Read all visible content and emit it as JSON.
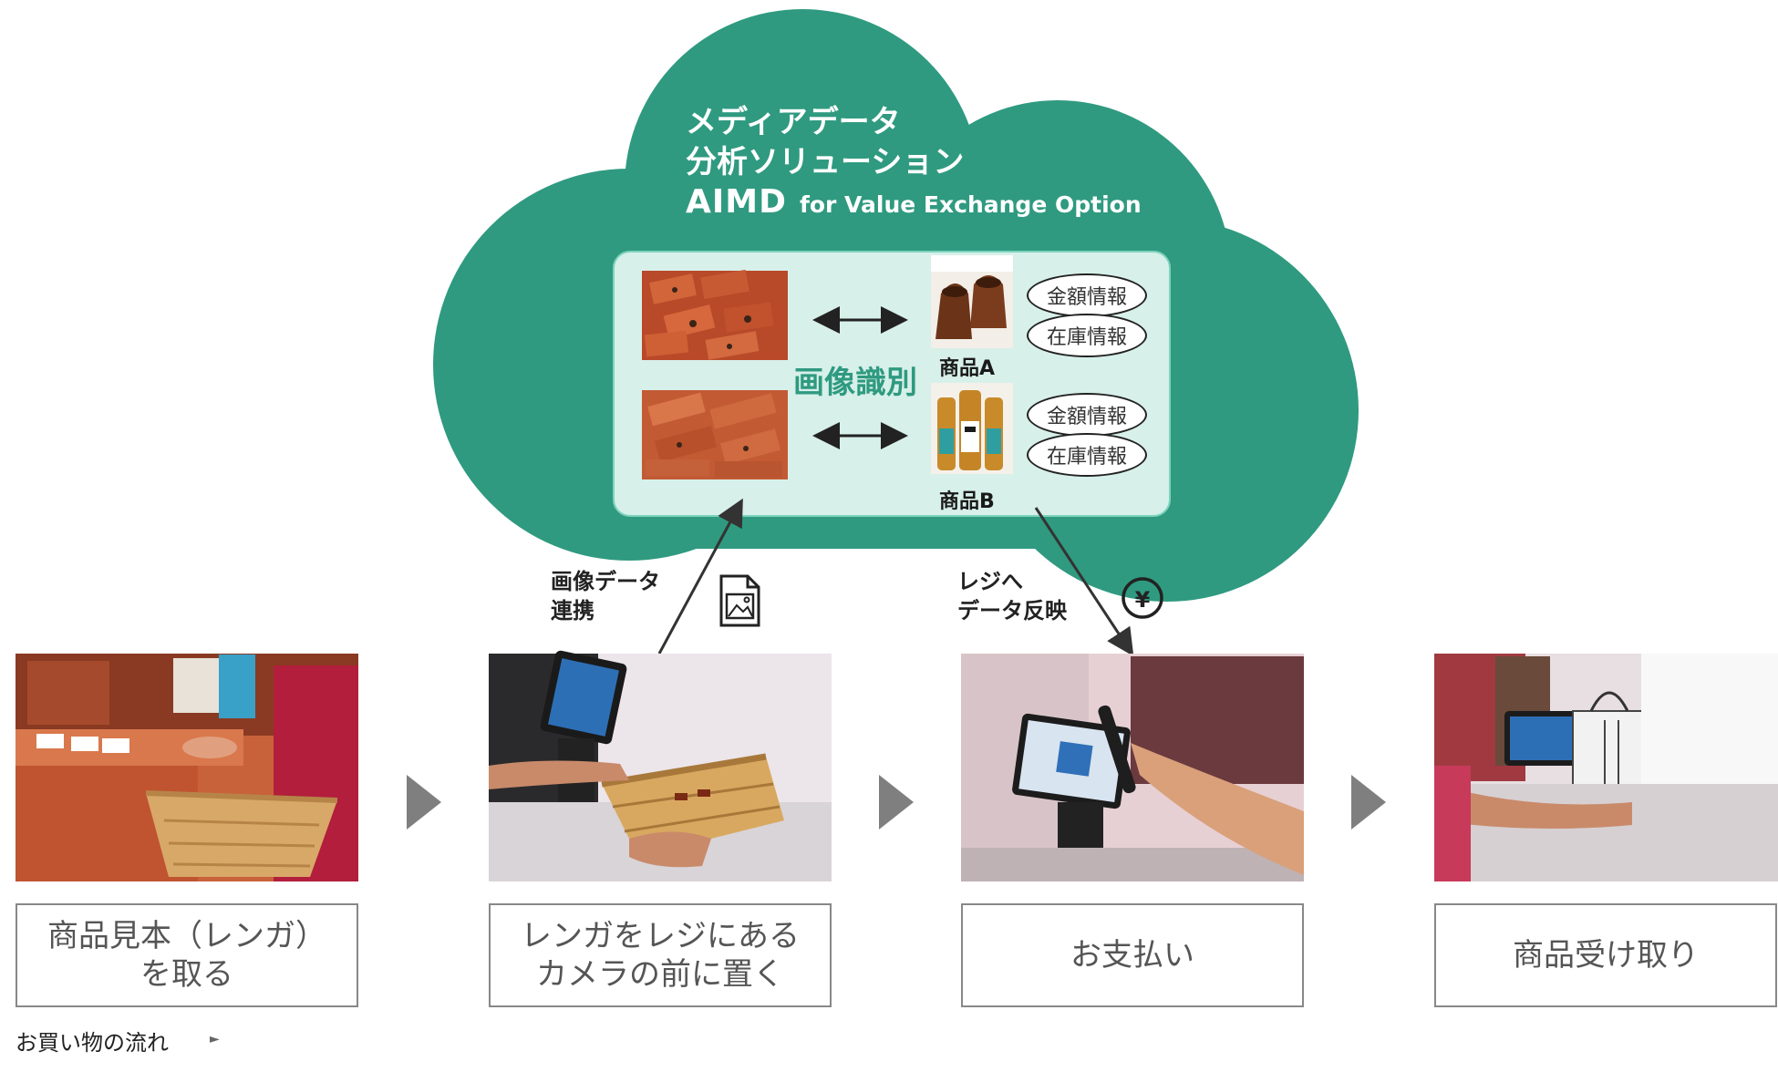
{
  "cloud": {
    "title_line1": "メディアデータ",
    "title_line2": "分析ソリューション",
    "title_aimd": "AIMD",
    "title_sub": "for Value Exchange Option",
    "colors": {
      "cloud": "#2f9a80",
      "panel": "#d7f0e9"
    }
  },
  "recognition": {
    "label": "画像識別",
    "product_a": {
      "label": "商品A",
      "info": [
        "金額情報",
        "在庫情報"
      ]
    },
    "product_b": {
      "label": "商品B",
      "info": [
        "金額情報",
        "在庫情報"
      ]
    }
  },
  "flow": {
    "upload_label": [
      "画像データ",
      "連携"
    ],
    "register_label": [
      "レジへ",
      "データ反映"
    ],
    "icon_upload": "image-file-icon",
    "icon_register": "yen-icon"
  },
  "steps": [
    {
      "label_lines": [
        "商品見本（レンガ）",
        "を取る"
      ]
    },
    {
      "label_lines": [
        "レンガをレジにある",
        "カメラの前に置く"
      ]
    },
    {
      "label_lines": [
        "お支払い"
      ]
    },
    {
      "label_lines": [
        "商品受け取り"
      ]
    }
  ],
  "footer": {
    "label": "お買い物の流れ",
    "arrow": "►"
  }
}
